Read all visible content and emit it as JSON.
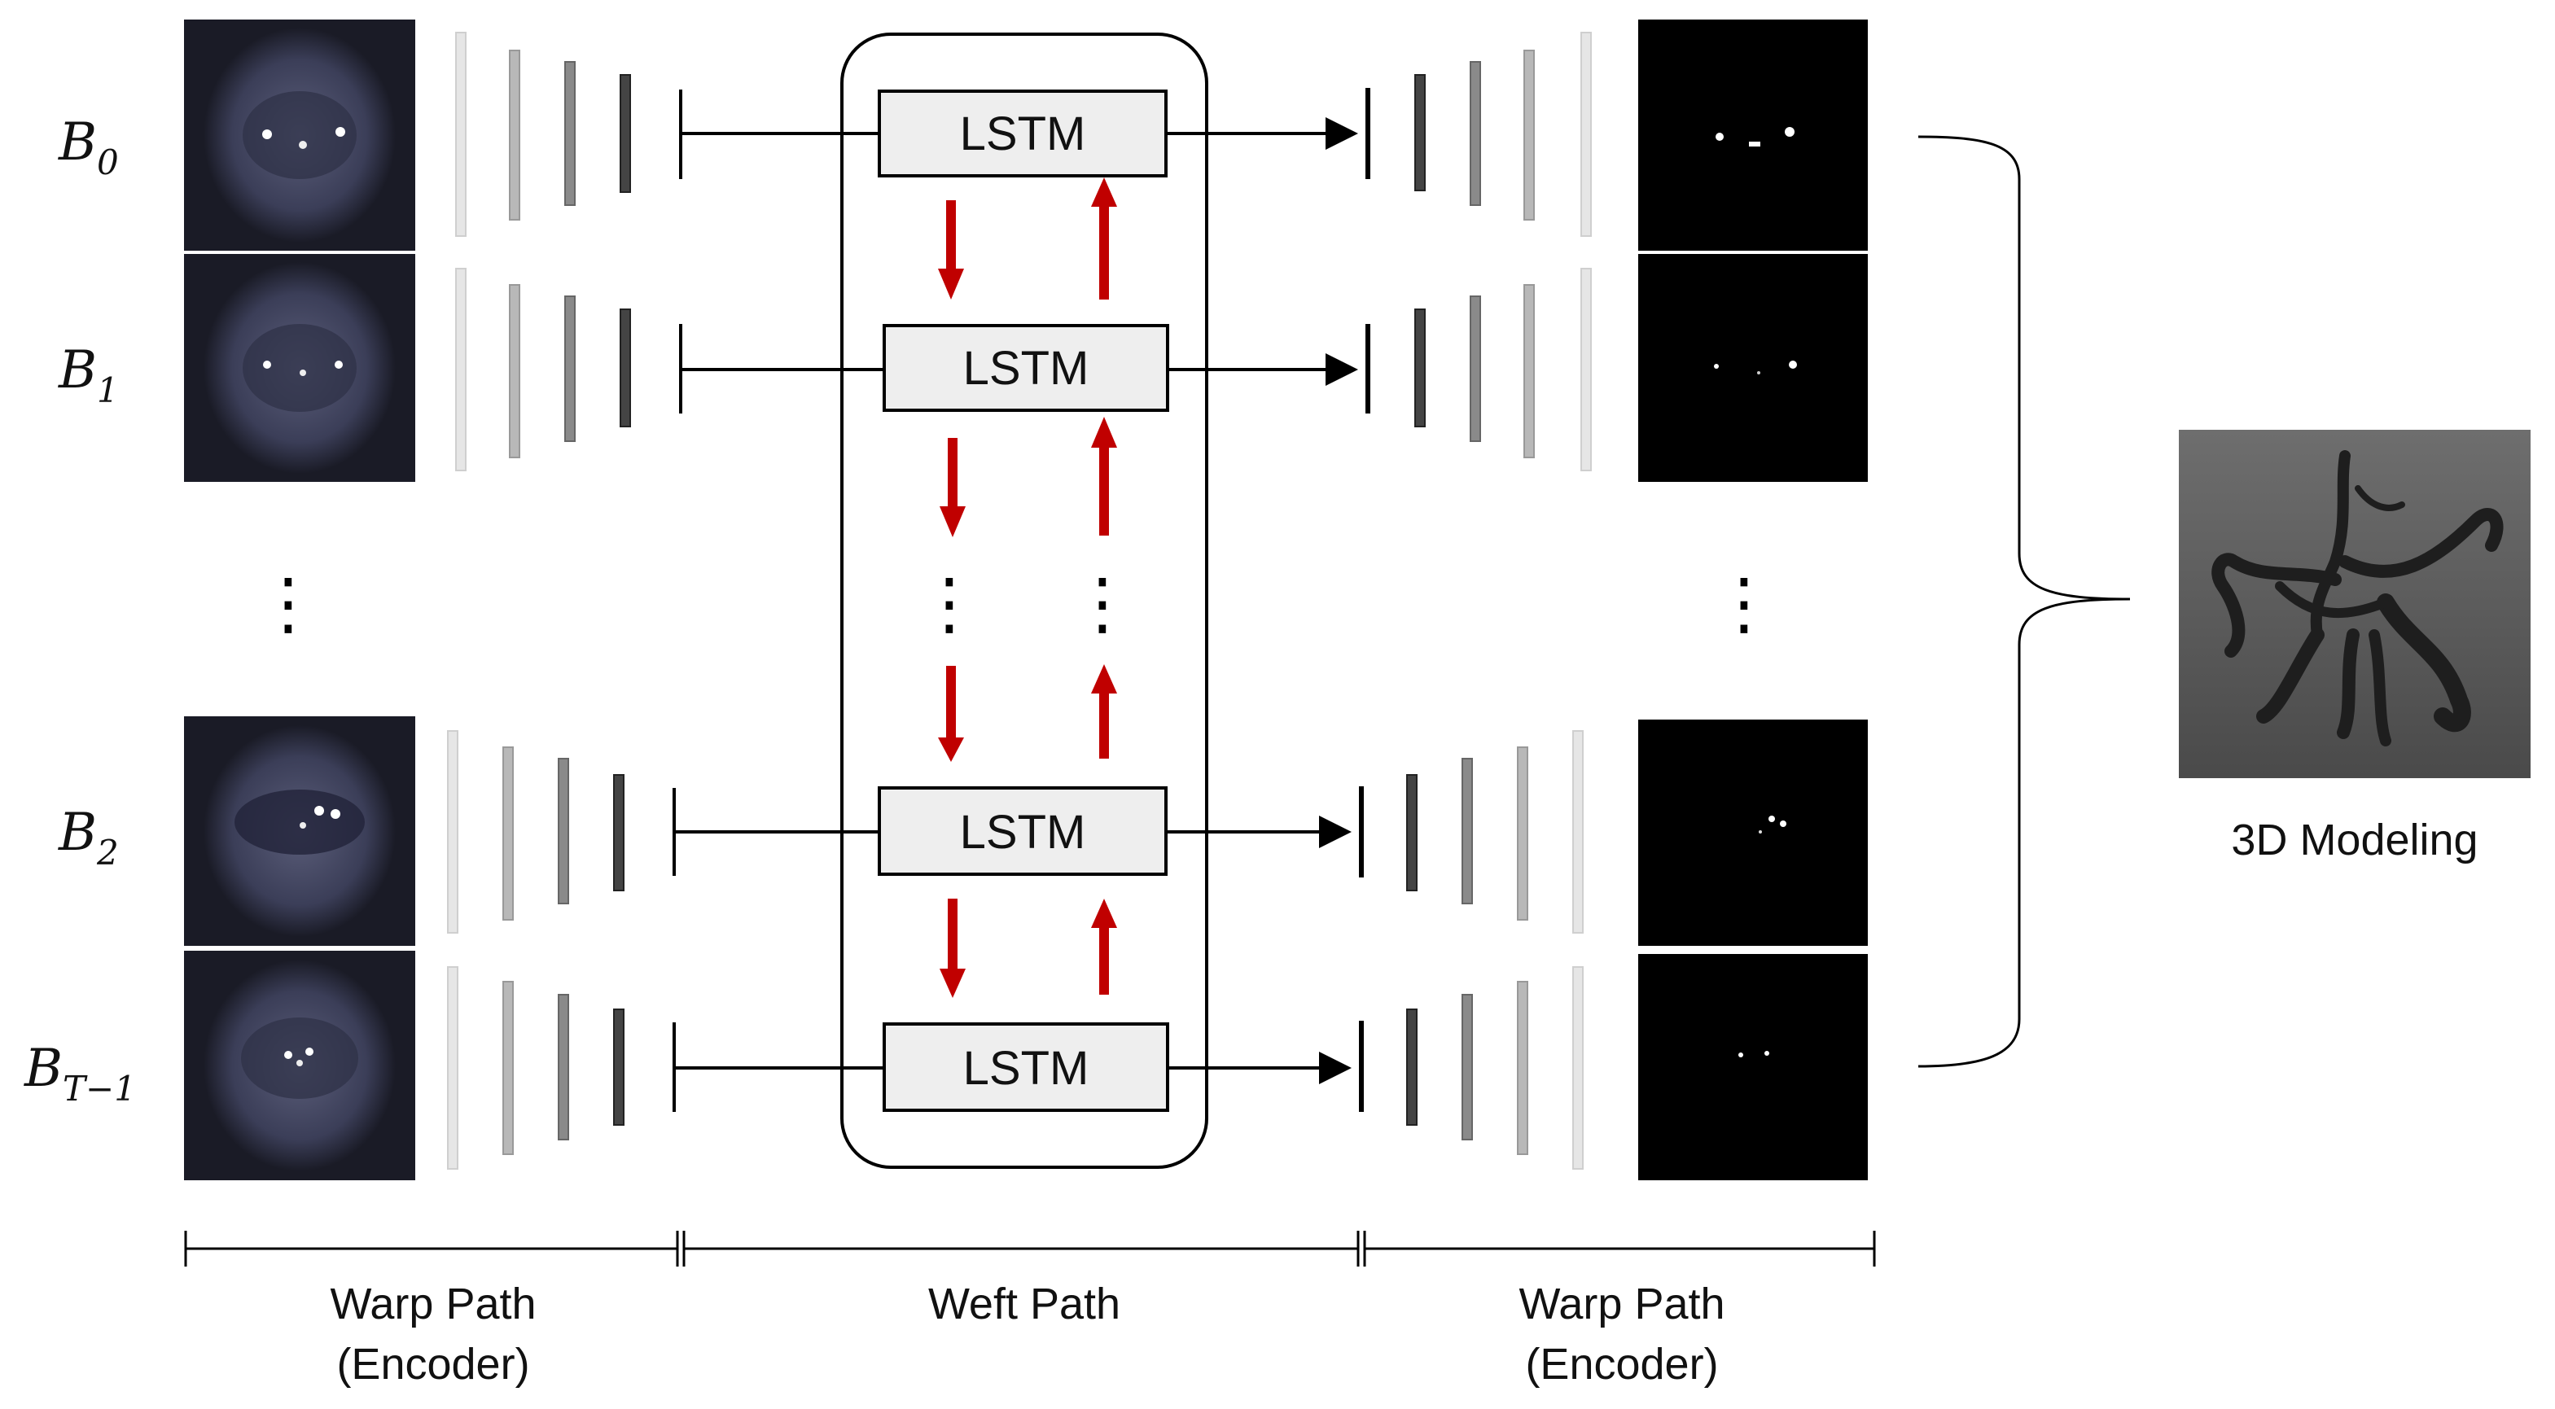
{
  "rows": [
    {
      "label_base": "B",
      "label_sub": "0"
    },
    {
      "label_base": "B",
      "label_sub": "1"
    },
    {
      "label_base": "B",
      "label_sub": "2"
    },
    {
      "label_base": "B",
      "label_sub": "T−1"
    }
  ],
  "lstm_label": "LSTM",
  "ellipsis": "⋮",
  "output_label": "3D Modeling",
  "sections": [
    {
      "title": "Warp Path",
      "subtitle": "(Encoder)"
    },
    {
      "title": "Weft Path",
      "subtitle": ""
    },
    {
      "title": "Warp Path",
      "subtitle": "(Encoder)"
    }
  ],
  "colors": {
    "arrow_red": "#c00000",
    "lstm_fill": "#eeeeee",
    "mri_bg": "#2b2d3f",
    "mask_bg": "#000000",
    "model_bg": "#5a5a5a"
  }
}
